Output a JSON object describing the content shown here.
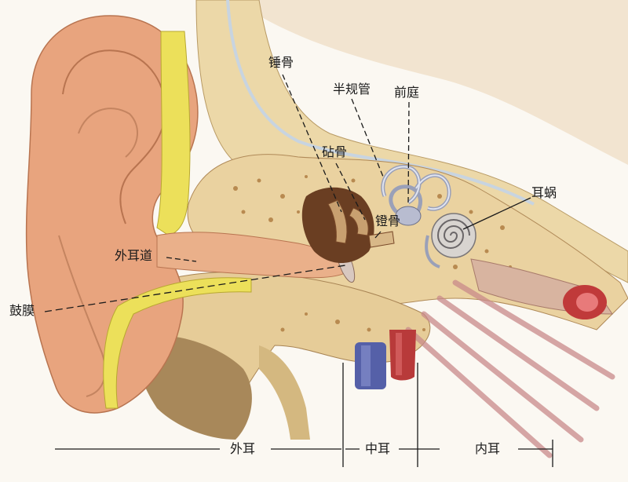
{
  "labels": {
    "malleus": "锤骨",
    "semicircular_canals": "半规管",
    "vestibule": "前庭",
    "incus": "砧骨",
    "stapes": "镫骨",
    "cochlea": "耳蜗",
    "ear_canal": "外耳道",
    "eardrum": "鼓膜"
  },
  "sections": {
    "outer_ear": "外耳",
    "middle_ear": "中耳",
    "inner_ear": "内耳"
  },
  "colors": {
    "skin": "#e8a47e",
    "bone": "#ecd8a8",
    "cartilage": "#ece05a",
    "vein": "#5560a8",
    "artery": "#b83a3a",
    "ossicle": "#7a4a2a",
    "background": "#fbf8f2"
  }
}
